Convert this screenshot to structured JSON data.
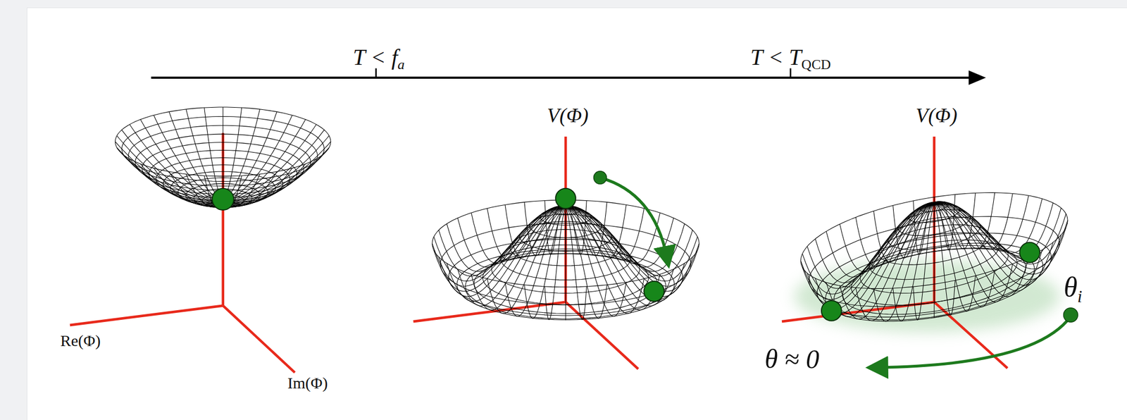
{
  "diagram": {
    "labels": [
      "T < f",
      "a",
      "T < T",
      "QCD",
      "V(Φ)",
      "V(Φ)",
      "Re(Φ)",
      "Im(Φ)",
      "θ",
      "i",
      "θ ≈ 0"
    ]
  }
}
